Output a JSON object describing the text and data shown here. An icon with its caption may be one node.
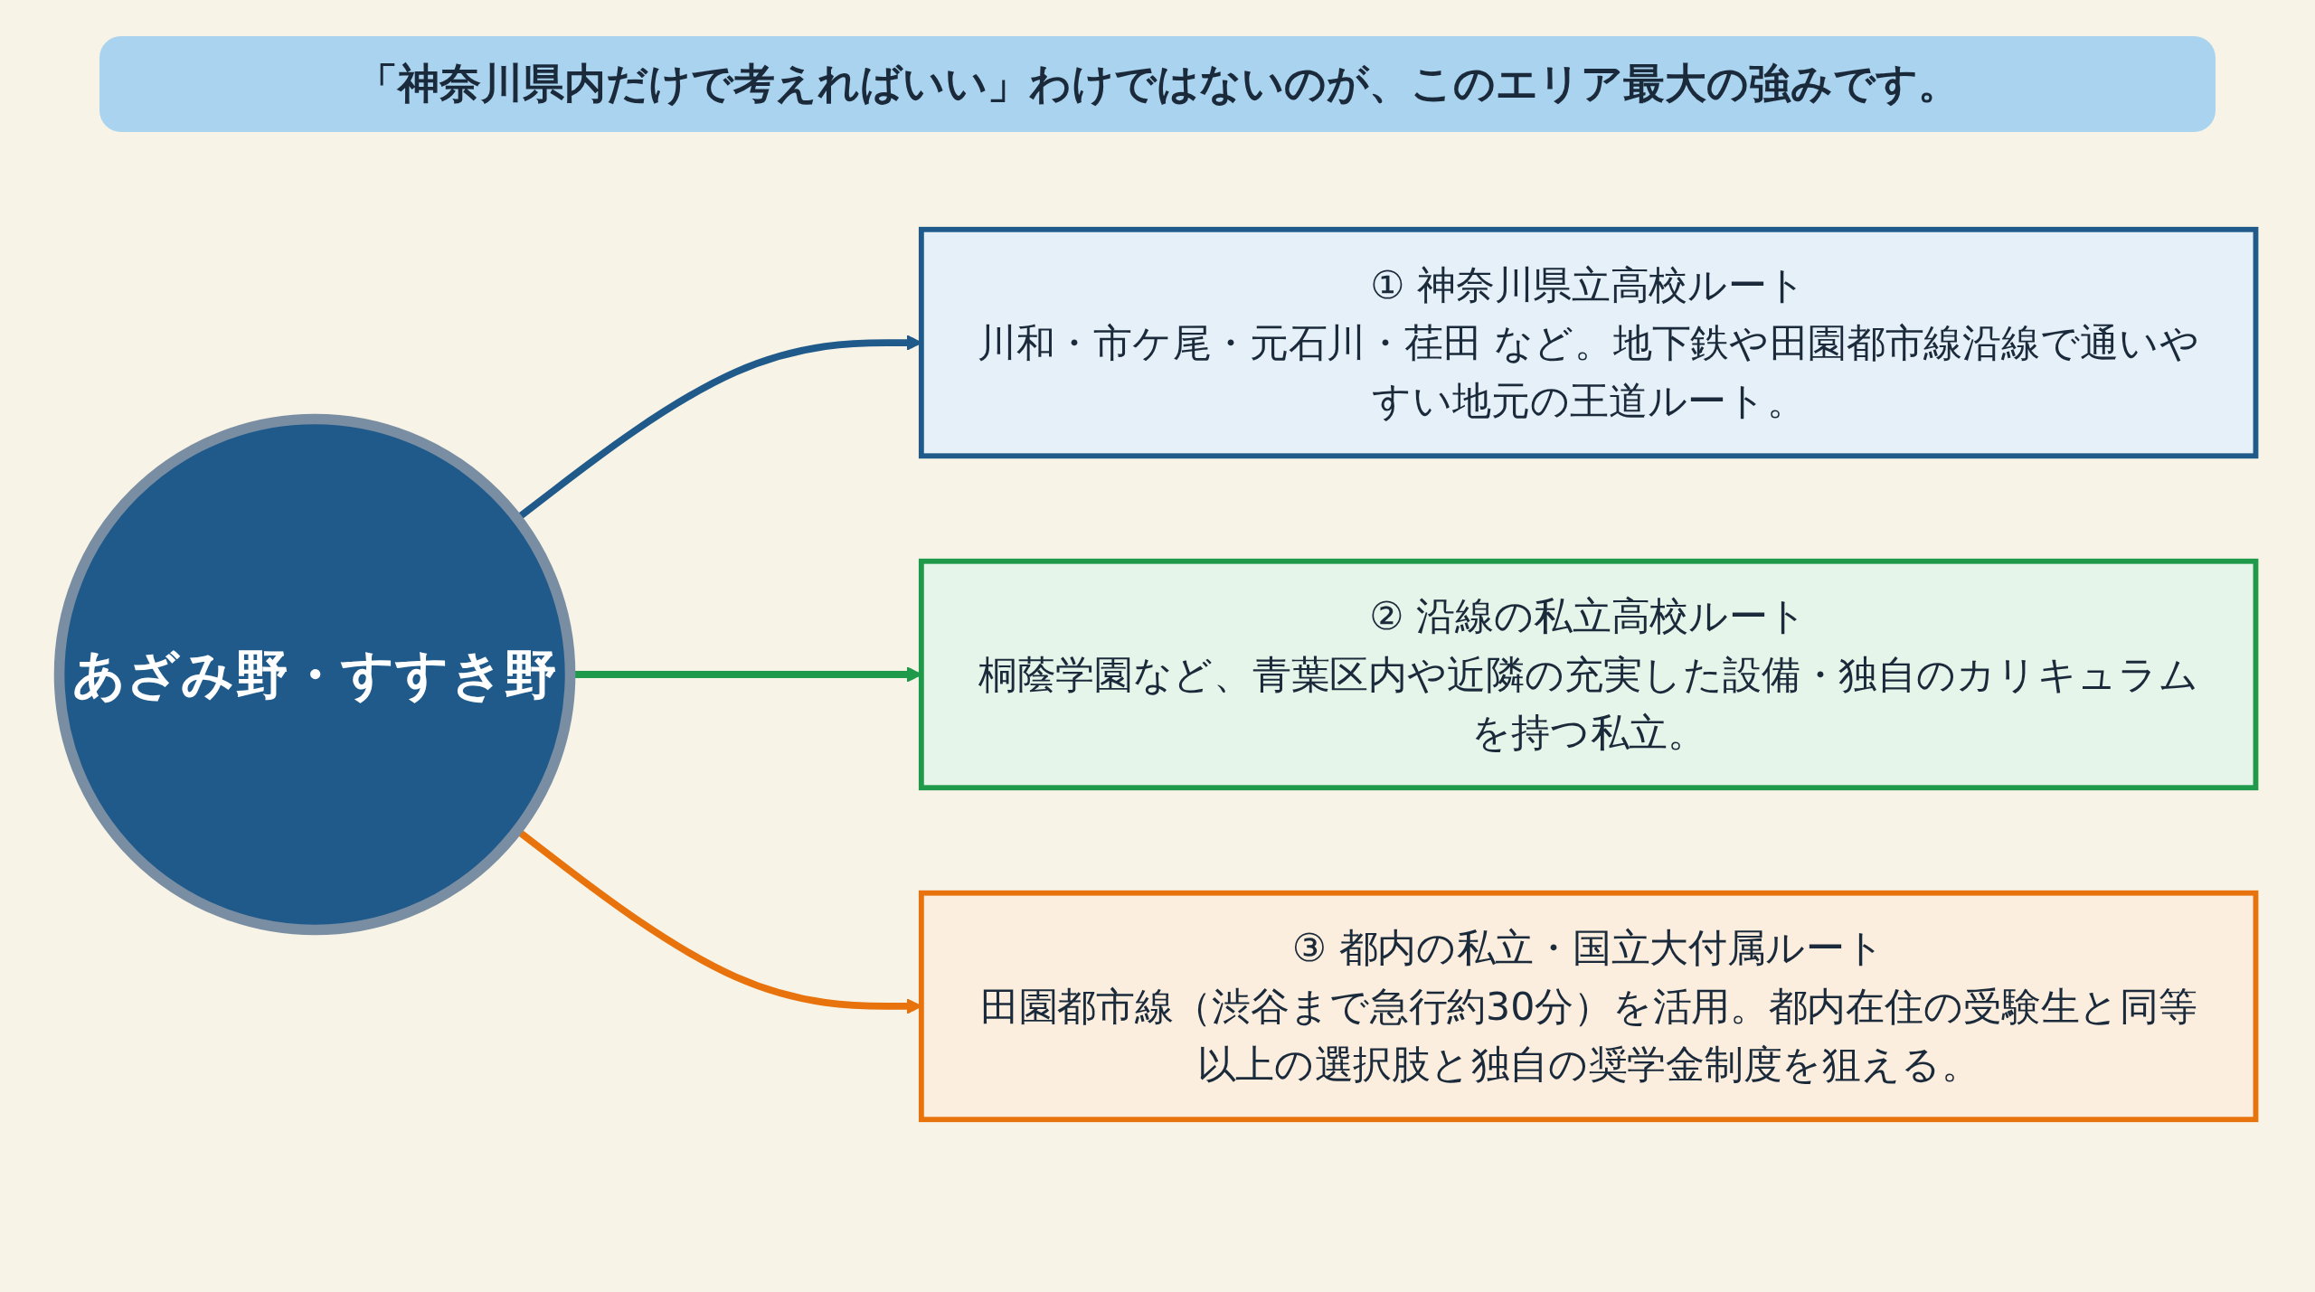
{
  "diagram": {
    "title": "「神奈川県内だけで考えればいい」わけではないのが、このエリア最大の強みです。",
    "nodes": [
      {
        "text": [
          "あざみ野・すすき野"
        ]
      },
      {
        "text": [
          "① 神奈川県立高校ルート",
          "川和・市ケ尾・元石川・荏田 など。地下鉄や田園都市線沿線で通いやすい地元の王道ルート。"
        ]
      },
      {
        "text": [
          "② 沿線の私立高校ルート",
          "桐蔭学園など、青葉区内や近隣の充実した設備・独自のカリキュラムを持つ私立。"
        ]
      },
      {
        "text": [
          "③ 都内の私立・国立大付属ルート",
          "田園都市線（渋谷まで急行約30分）を活用。都内在住の受験生と同等以上の選択肢と独自の奨学金制度を狙える。"
        ]
      }
    ],
    "edges": [
      {
        "from": 0,
        "to": 1,
        "arrow": "to",
        "color": "#1f5a8a"
      },
      {
        "from": 0,
        "to": 2,
        "arrow": "to",
        "color": "#1e9a4a"
      },
      {
        "from": 0,
        "to": 3,
        "arrow": "to",
        "color": "#e8720c"
      }
    ]
  }
}
